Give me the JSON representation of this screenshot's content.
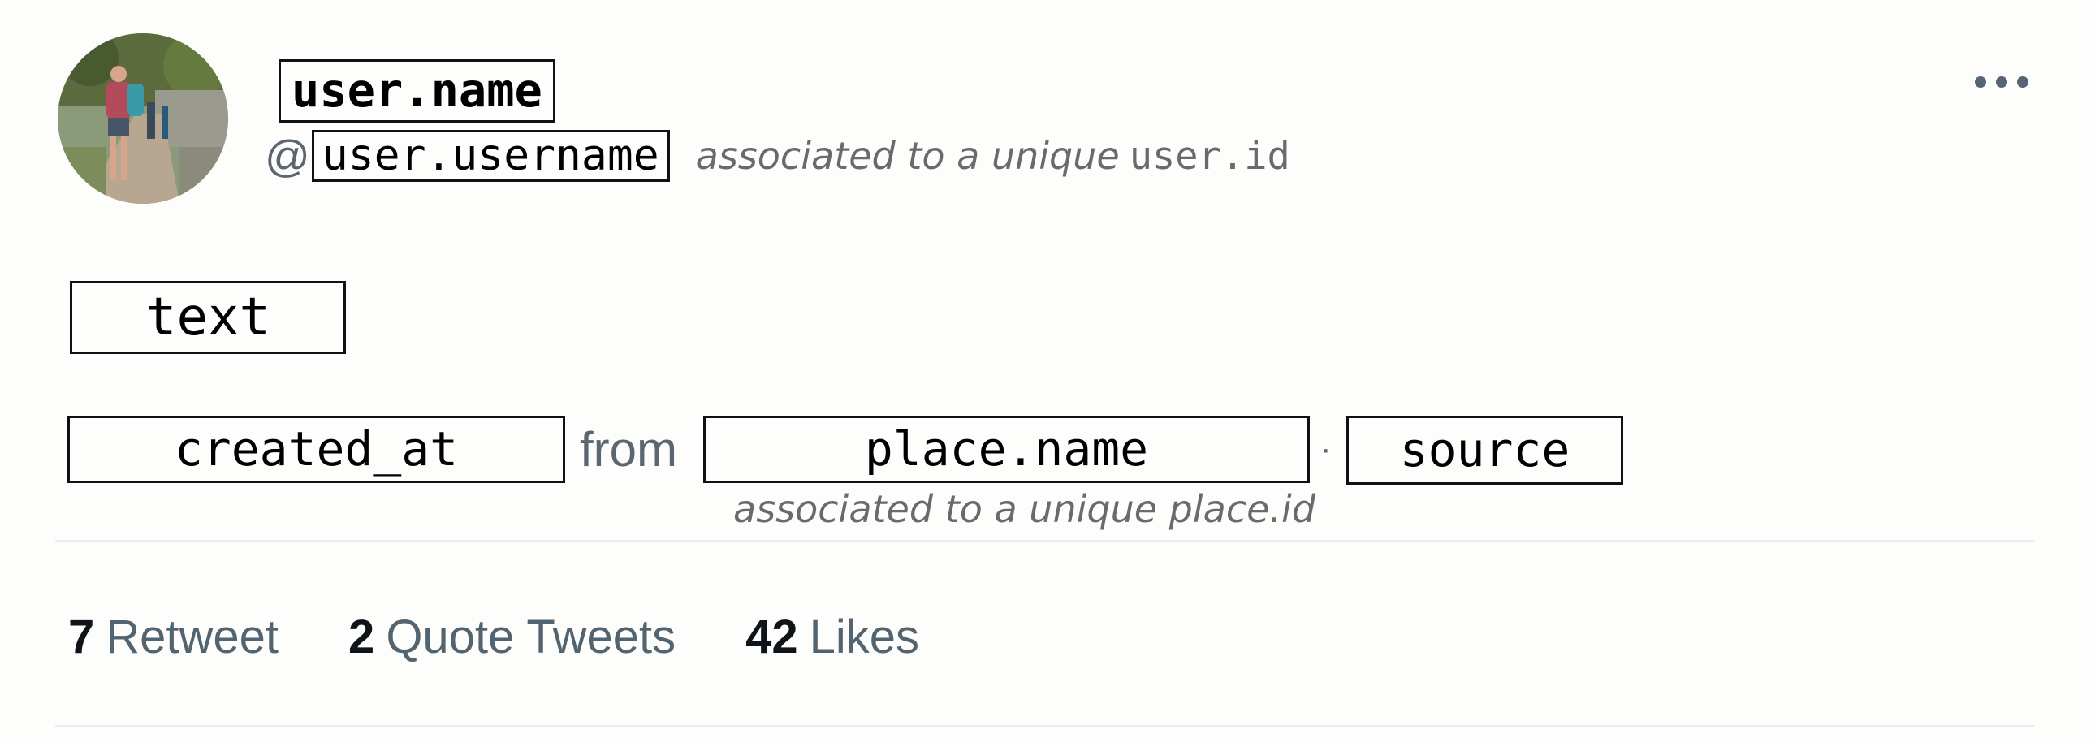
{
  "user": {
    "name": "user.name",
    "at_sign": "@",
    "username": "user.username",
    "association_text": "associated to a unique",
    "association_field": "user.id"
  },
  "avatar": {
    "description": "avatar",
    "icon": "avatar-photo"
  },
  "menu": {
    "icon": "more-horizontal-icon"
  },
  "tweet": {
    "text": "text",
    "created_at": "created_at",
    "from_label": "from",
    "place_name": "place.name",
    "separator": "·",
    "source": "source",
    "place_association": "associated to a unique place.id"
  },
  "stats": [
    {
      "count": "7",
      "label": "Retweet"
    },
    {
      "count": "2",
      "label": "Quote Tweets"
    },
    {
      "count": "42",
      "label": "Likes"
    }
  ],
  "colors": {
    "muted_text": "#5b6670",
    "annotation_text": "#6a6a6a",
    "divider": "#ebeeef",
    "dots": "#566474"
  }
}
